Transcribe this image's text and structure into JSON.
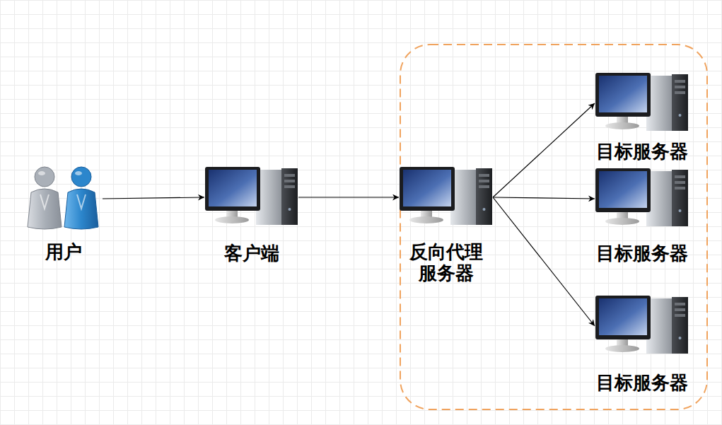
{
  "diagram": {
    "nodes": [
      {
        "text": [
          "用户"
        ]
      },
      {
        "text": [
          "客户端"
        ]
      },
      {
        "text": [
          "反向代理 服务器"
        ]
      },
      {
        "text": [
          "目标服务器"
        ]
      },
      {
        "text": [
          "目标服务器"
        ]
      },
      {
        "text": [
          "目标服务器"
        ]
      }
    ],
    "edges": [
      {
        "from": 0,
        "to": 1,
        "arrow": "to"
      },
      {
        "from": 1,
        "to": 2,
        "arrow": "to"
      },
      {
        "from": 2,
        "to": 3,
        "arrow": "to"
      },
      {
        "from": 2,
        "to": 4,
        "arrow": "to"
      },
      {
        "from": 2,
        "to": 5,
        "arrow": "to"
      }
    ]
  }
}
